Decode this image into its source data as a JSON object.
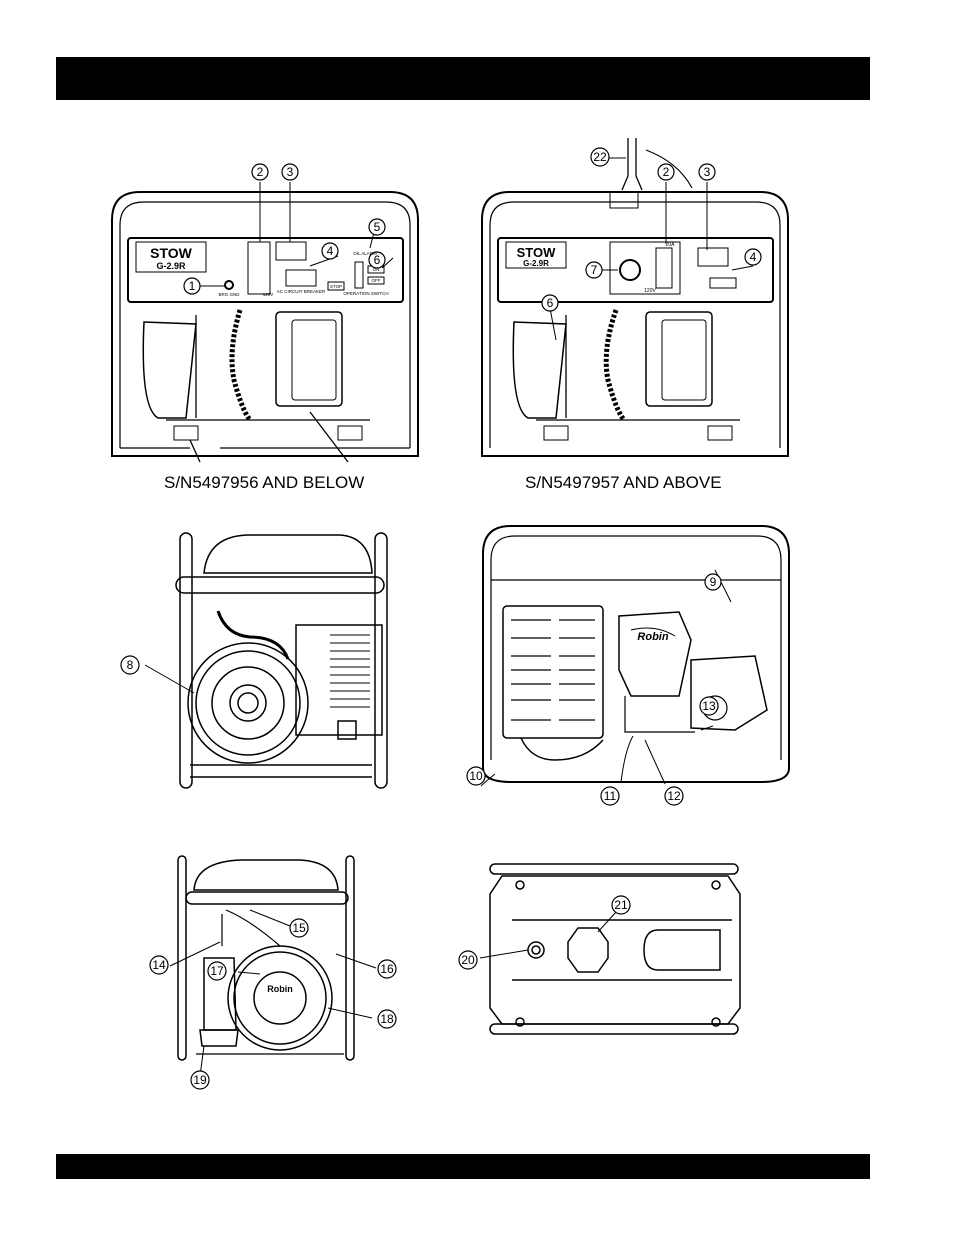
{
  "header": {
    "title": ""
  },
  "footer": {
    "text": ""
  },
  "figures": {
    "panel_old": {
      "caption": "S/N5497956 AND BELOW",
      "brand": "STOW",
      "model": "G-2.9R",
      "small_labels": [
        "BRG GND",
        "120V",
        "AC CIRCUIT BREAKER",
        "OIL ALARM",
        "OPERATION SWITCH",
        "STOP",
        "ON",
        "OFF"
      ],
      "callouts": [
        "1",
        "2",
        "3",
        "4",
        "5",
        "6"
      ]
    },
    "panel_new": {
      "caption": "S/N5497957 AND ABOVE",
      "brand": "STOW",
      "model": "G-2.9R",
      "small_labels": [
        "20A",
        "120V"
      ],
      "callouts": [
        "22",
        "2",
        "3",
        "4",
        "7",
        "6"
      ]
    },
    "side_left": {
      "callouts": [
        "8"
      ]
    },
    "side_engine": {
      "brand": "Robin",
      "callouts": [
        "9",
        "10",
        "11",
        "12",
        "13"
      ]
    },
    "rear_engine": {
      "brand": "Robin",
      "callouts": [
        "14",
        "15",
        "16",
        "17",
        "18",
        "19"
      ]
    },
    "bottom_plate": {
      "callouts": [
        "20",
        "21"
      ]
    }
  }
}
